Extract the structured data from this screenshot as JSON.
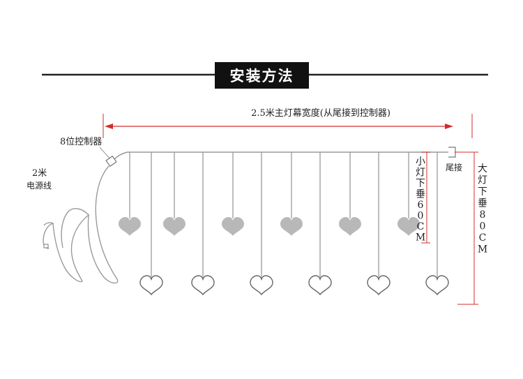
{
  "title": "安装方法",
  "width_label": "2.5米主灯幕宽度(从尾接到控制器)",
  "controller_label": "8位控制器",
  "power_cord": {
    "line1": "2米",
    "line2": "电源线"
  },
  "tail_label": "尾接",
  "small_drop": [
    "小",
    "灯",
    "下",
    "垂",
    "6",
    "0",
    "C",
    "M"
  ],
  "large_drop": [
    "大",
    "灯",
    "下",
    "垂",
    "8",
    "0",
    "C",
    "M"
  ],
  "colors": {
    "title_bg": "#111111",
    "rule": "#222222",
    "arrow": "#d42c2c",
    "wire": "#9a9a9a",
    "heart_fill": "#b8b8b8"
  }
}
